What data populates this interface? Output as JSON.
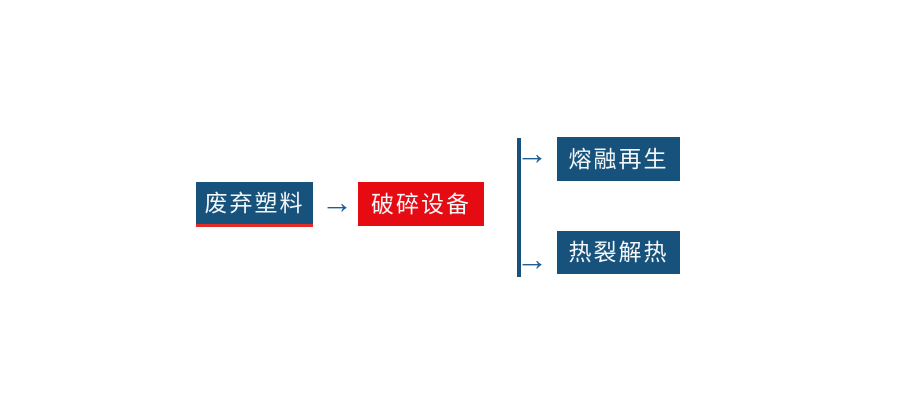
{
  "diagram": {
    "colors": {
      "node_blue": "#16527c",
      "node_red": "#e60b12",
      "source_underline_red": "#e32b28",
      "arrow_blue": "#1e5f96",
      "label_text": "#f4f6f7",
      "background": "#ffffff"
    },
    "nodes": {
      "source": {
        "label": "废弃塑料"
      },
      "process": {
        "label": "破碎设备"
      },
      "branch_top": {
        "label": "熔融再生"
      },
      "branch_bottom": {
        "label": "热裂解热"
      }
    },
    "icons": {
      "arrow_right": "→"
    }
  }
}
